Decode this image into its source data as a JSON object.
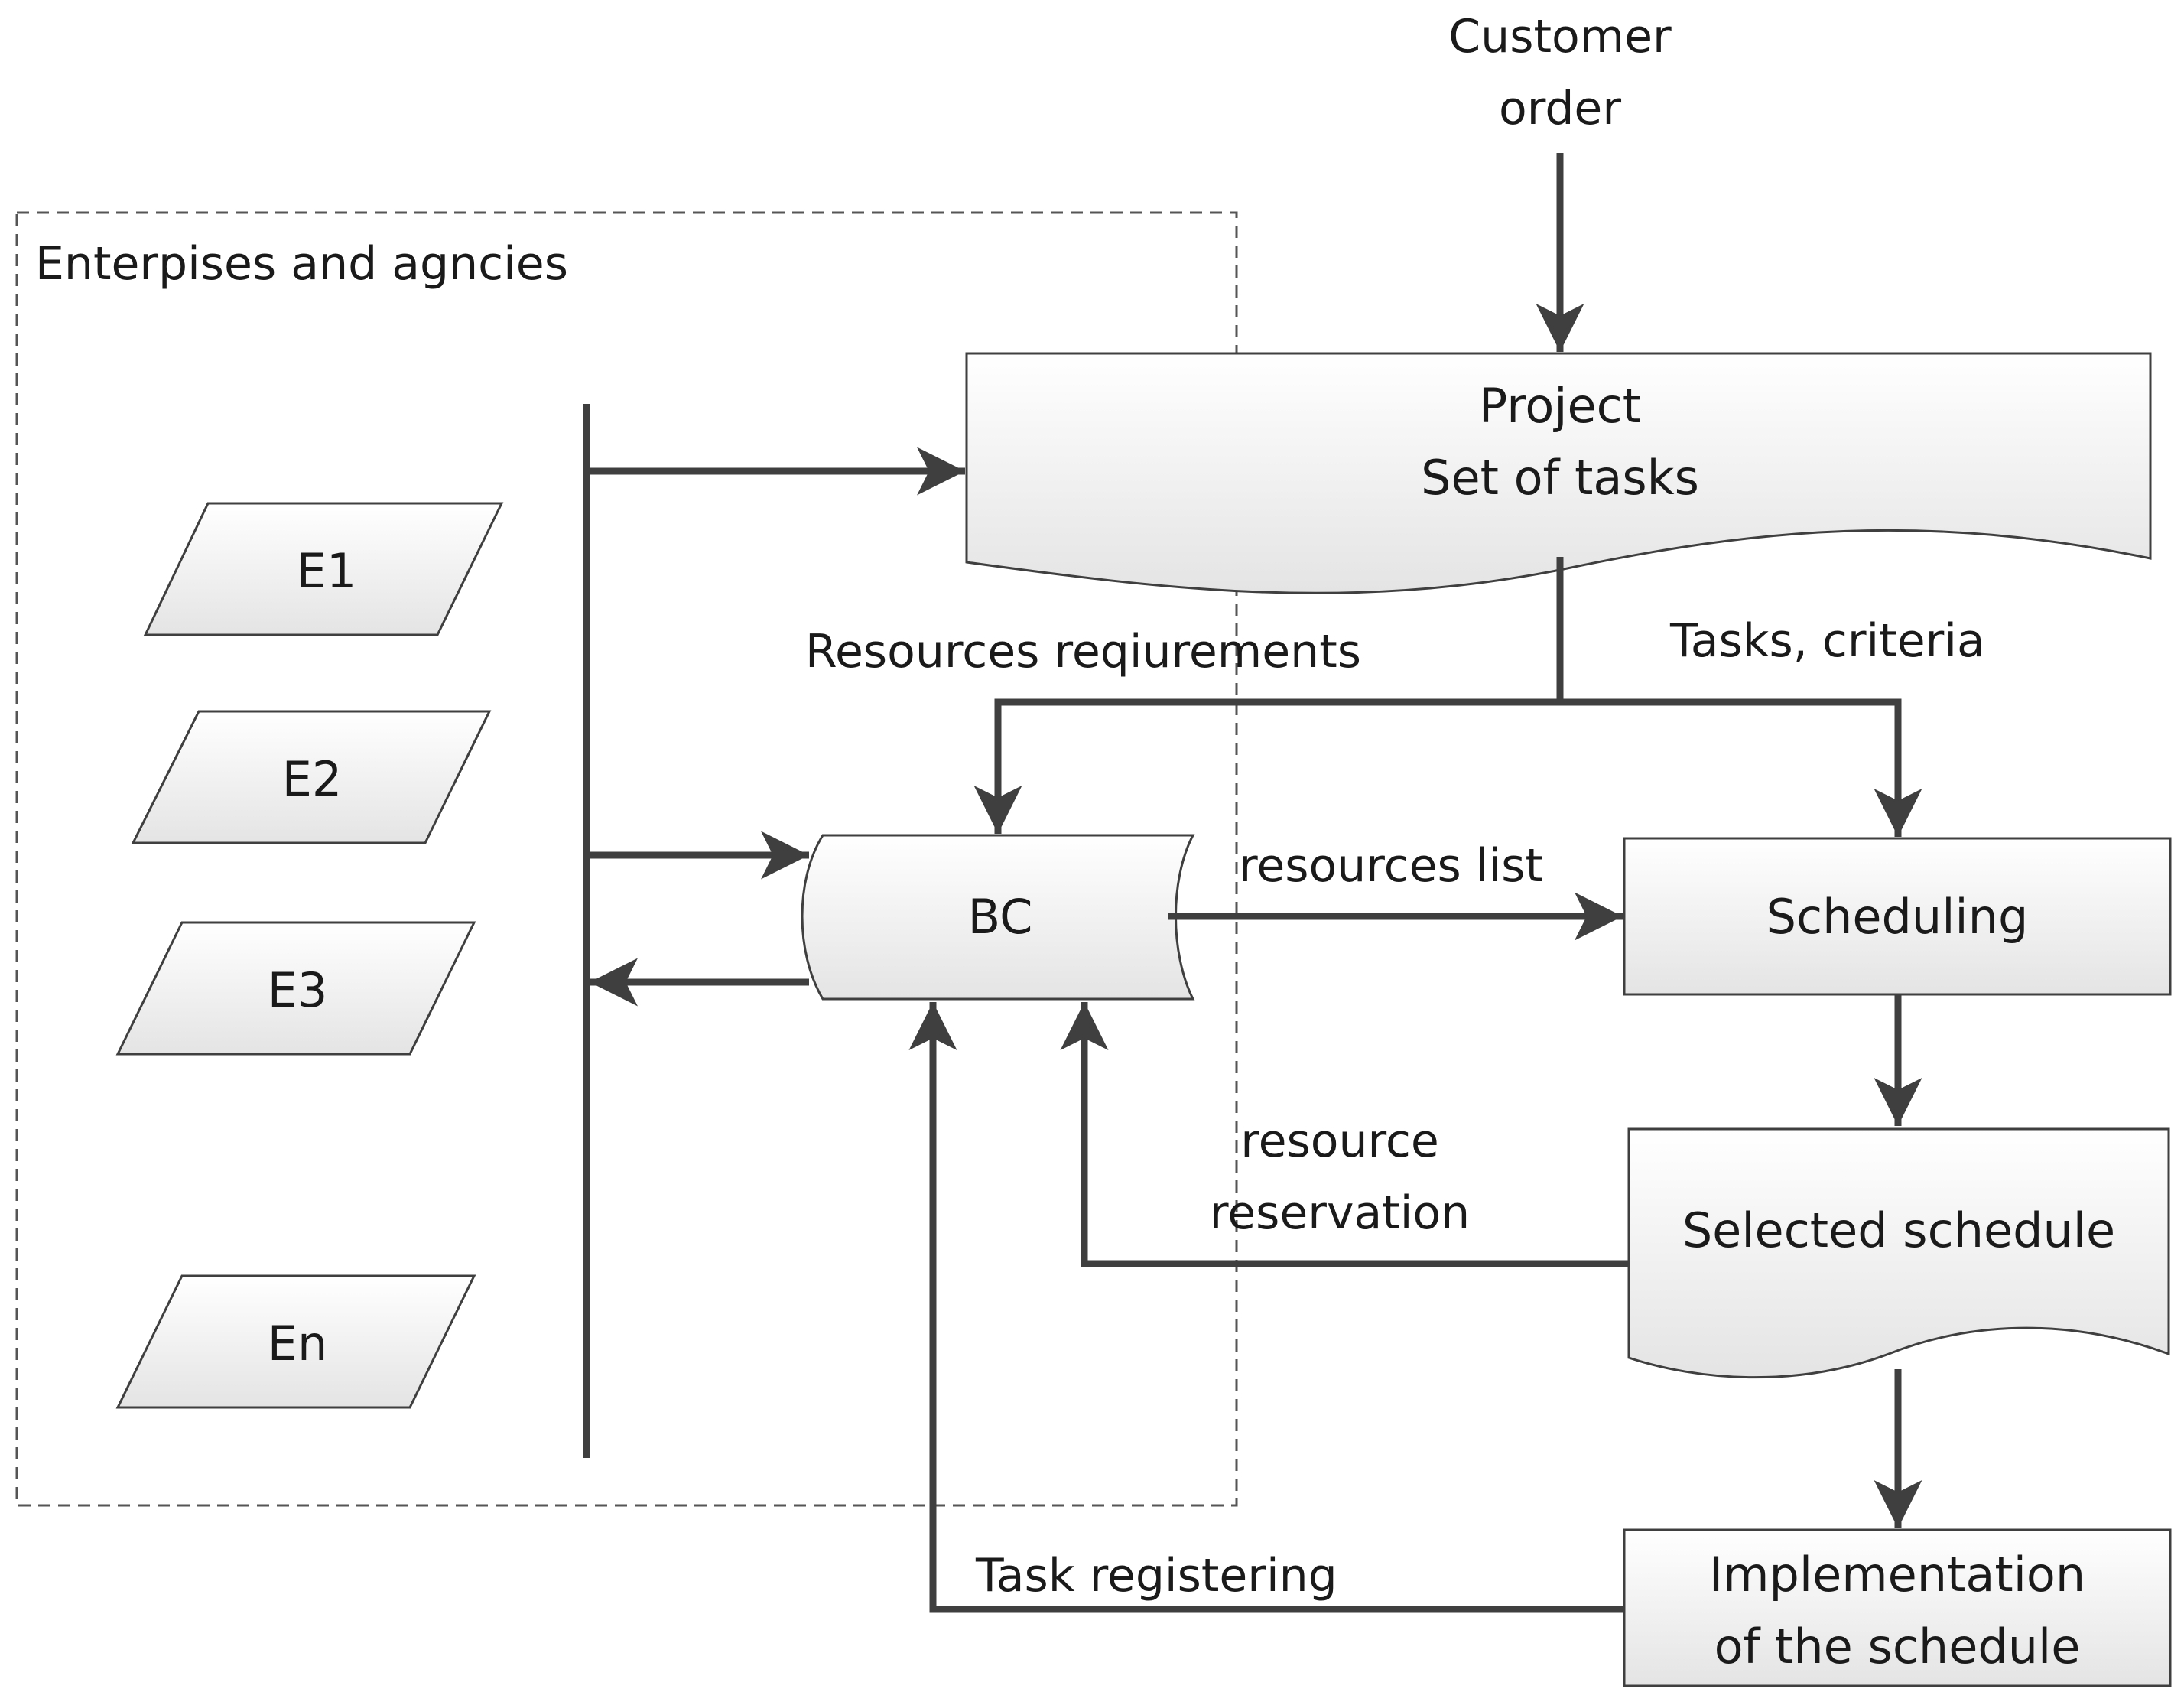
{
  "title": "",
  "group": {
    "label": "Enterpises and agncies"
  },
  "enterprises": [
    {
      "id": "e1",
      "label": "E1"
    },
    {
      "id": "e2",
      "label": "E2"
    },
    {
      "id": "e3",
      "label": "E3"
    },
    {
      "id": "en",
      "label": "En"
    }
  ],
  "nodes": {
    "customer_order": {
      "line1": "Customer",
      "line2": "order"
    },
    "project": {
      "line1": "Project",
      "line2": "Set of tasks"
    },
    "bc": {
      "label": "BC"
    },
    "scheduling": {
      "label": "Scheduling"
    },
    "selected_schedule": {
      "label": "Selected schedule"
    },
    "implementation": {
      "line1": "Implementation",
      "line2": "of the schedule"
    }
  },
  "edge_labels": {
    "resources_requirements": "Resources reqiurements",
    "tasks_criteria": "Tasks, criteria",
    "resources_list": "resources list",
    "resource_reservation_1": "resource",
    "resource_reservation_2": "reservation",
    "task_registering": "Task registering"
  },
  "colors": {
    "stroke": "#3f3f3f",
    "fill_top": "#ffffff",
    "fill_bottom": "#e6e6e6"
  }
}
